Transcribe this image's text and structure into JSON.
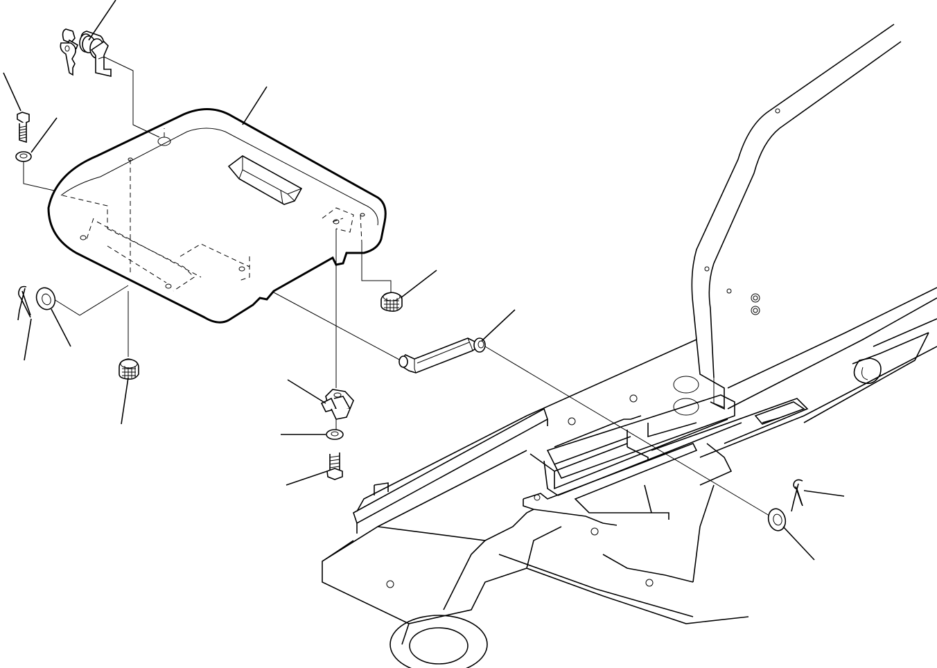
{
  "diagram": {
    "parts": [
      {
        "id": "key-lock",
        "icon": "lock-with-keys-icon"
      },
      {
        "id": "bolt",
        "icon": "bolt-icon"
      },
      {
        "id": "washer",
        "icon": "washer-icon"
      },
      {
        "id": "cover",
        "icon": "floor-cover-icon"
      },
      {
        "id": "cotter-pin",
        "icon": "cotter-pin-icon"
      },
      {
        "id": "plain-washer",
        "icon": "washer-icon"
      },
      {
        "id": "rubber-cushion",
        "icon": "cushion-icon"
      },
      {
        "id": "clamp",
        "icon": "clamp-icon"
      },
      {
        "id": "spring-washer",
        "icon": "washer-icon"
      },
      {
        "id": "screw",
        "icon": "screw-icon"
      },
      {
        "id": "hinge-pin",
        "icon": "hinge-pin-icon"
      },
      {
        "id": "frame",
        "icon": "operator-frame-icon"
      }
    ]
  }
}
